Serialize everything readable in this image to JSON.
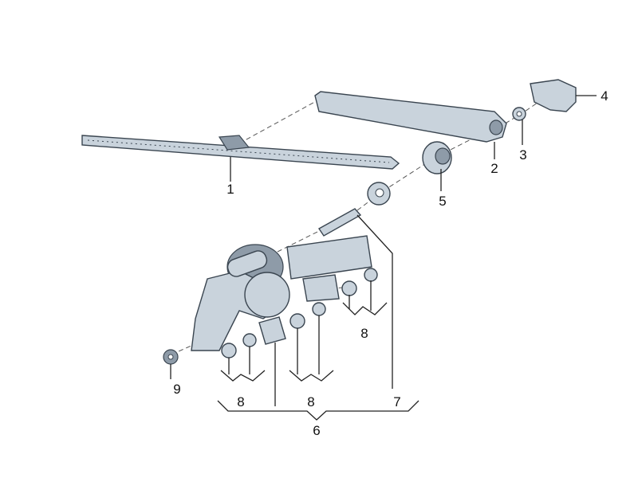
{
  "labels": {
    "p1": "1",
    "p2": "2",
    "p3": "3",
    "p4": "4",
    "p5": "5",
    "p6": "6",
    "p7": "7",
    "p8a": "8",
    "p8b": "8",
    "p8c": "8",
    "p9": "9"
  },
  "colors": {
    "part_fill": "#c9d3dc",
    "part_stroke": "#3a4550"
  }
}
